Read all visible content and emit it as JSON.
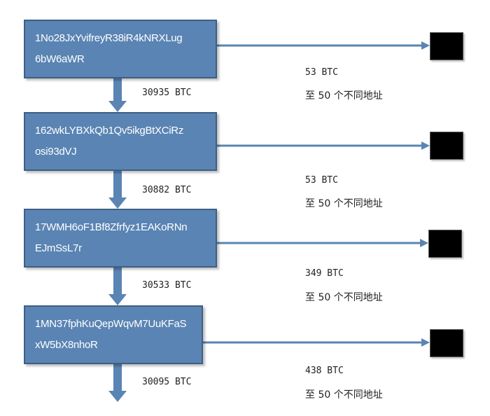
{
  "nodes": [
    {
      "address_line1": "1No28JxYvifreyR38iR4kNRXLug",
      "address_line2": "6bW6aWR",
      "down_amount": "30935 BTC",
      "side_amount": "53 BTC",
      "side_note": "至 50 个不同地址"
    },
    {
      "address_line1": "162wkLYBXkQb1Qv5ikgBtXCiRz",
      "address_line2": "osi93dVJ",
      "down_amount": "30882 BTC",
      "side_amount": "53 BTC",
      "side_note": "至 50 个不同地址"
    },
    {
      "address_line1": "17WMH6oF1Bf8Zfrfyz1EAKoRNn",
      "address_line2": "EJmSsL7r",
      "down_amount": "30533 BTC",
      "side_amount": "349 BTC",
      "side_note": "至 50 个不同地址"
    },
    {
      "address_line1": "1MN37fphKuQepWqvM7UuKFaS",
      "address_line2": "xW5bX8nhoR",
      "down_amount": "30095 BTC",
      "side_amount": "438 BTC",
      "side_note": "至 50 个不同地址"
    }
  ],
  "colors": {
    "box_fill": "#5a84b3",
    "box_border": "#3e5f85",
    "arrow": "#5a84b3",
    "sink": "#000000"
  }
}
